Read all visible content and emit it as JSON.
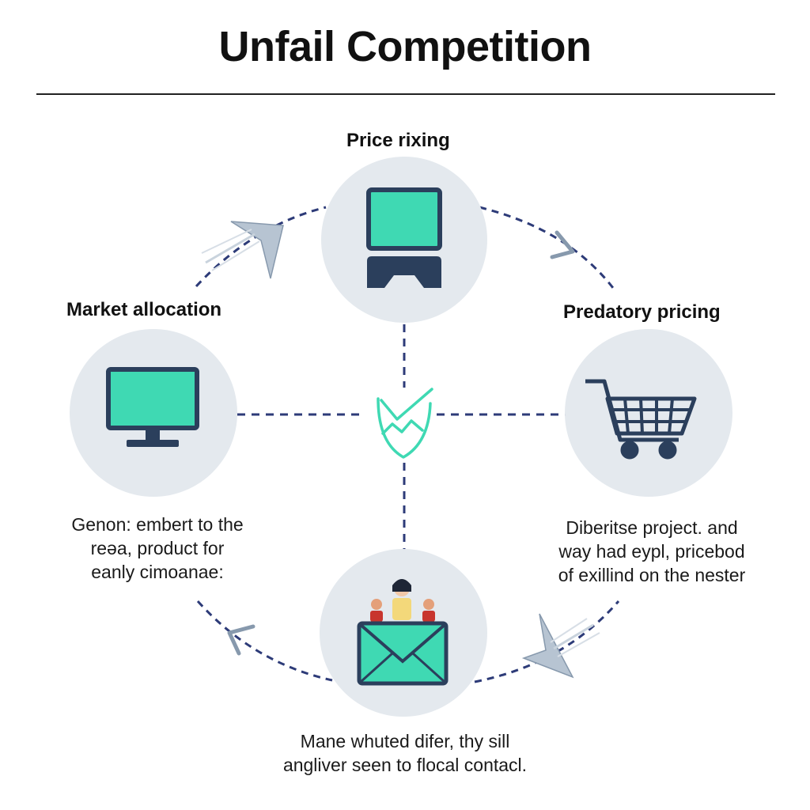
{
  "title": "Unfail Competition",
  "nodes": {
    "top": {
      "label": "Price rixing",
      "icon": "monitor-icon"
    },
    "left": {
      "label": "Market allocation",
      "icon": "desktop-monitor-icon"
    },
    "right": {
      "label": "Predatory pricing",
      "icon": "shopping-cart-icon"
    },
    "bottom": {
      "label": "",
      "icon": "envelope-with-people-icon"
    },
    "center": {
      "icon": "checkmark-shield-icon"
    }
  },
  "descriptions": {
    "left": [
      "Genon: embert to the",
      "reəa, product for",
      "eanly cimoanae:"
    ],
    "right": [
      "Diberitse project. and",
      "way had eypl, pricebod",
      "of exillind on the nester"
    ],
    "bottom": [
      "Mane whuted difer, thy sill",
      "angliver seen to flocal contacl."
    ]
  },
  "colors": {
    "teal": "#3fd9b3",
    "navy": "#2b3f5c",
    "circle": "#e4e9ee",
    "dash": "#2d3b78",
    "arrow": "#b7c4d2"
  }
}
